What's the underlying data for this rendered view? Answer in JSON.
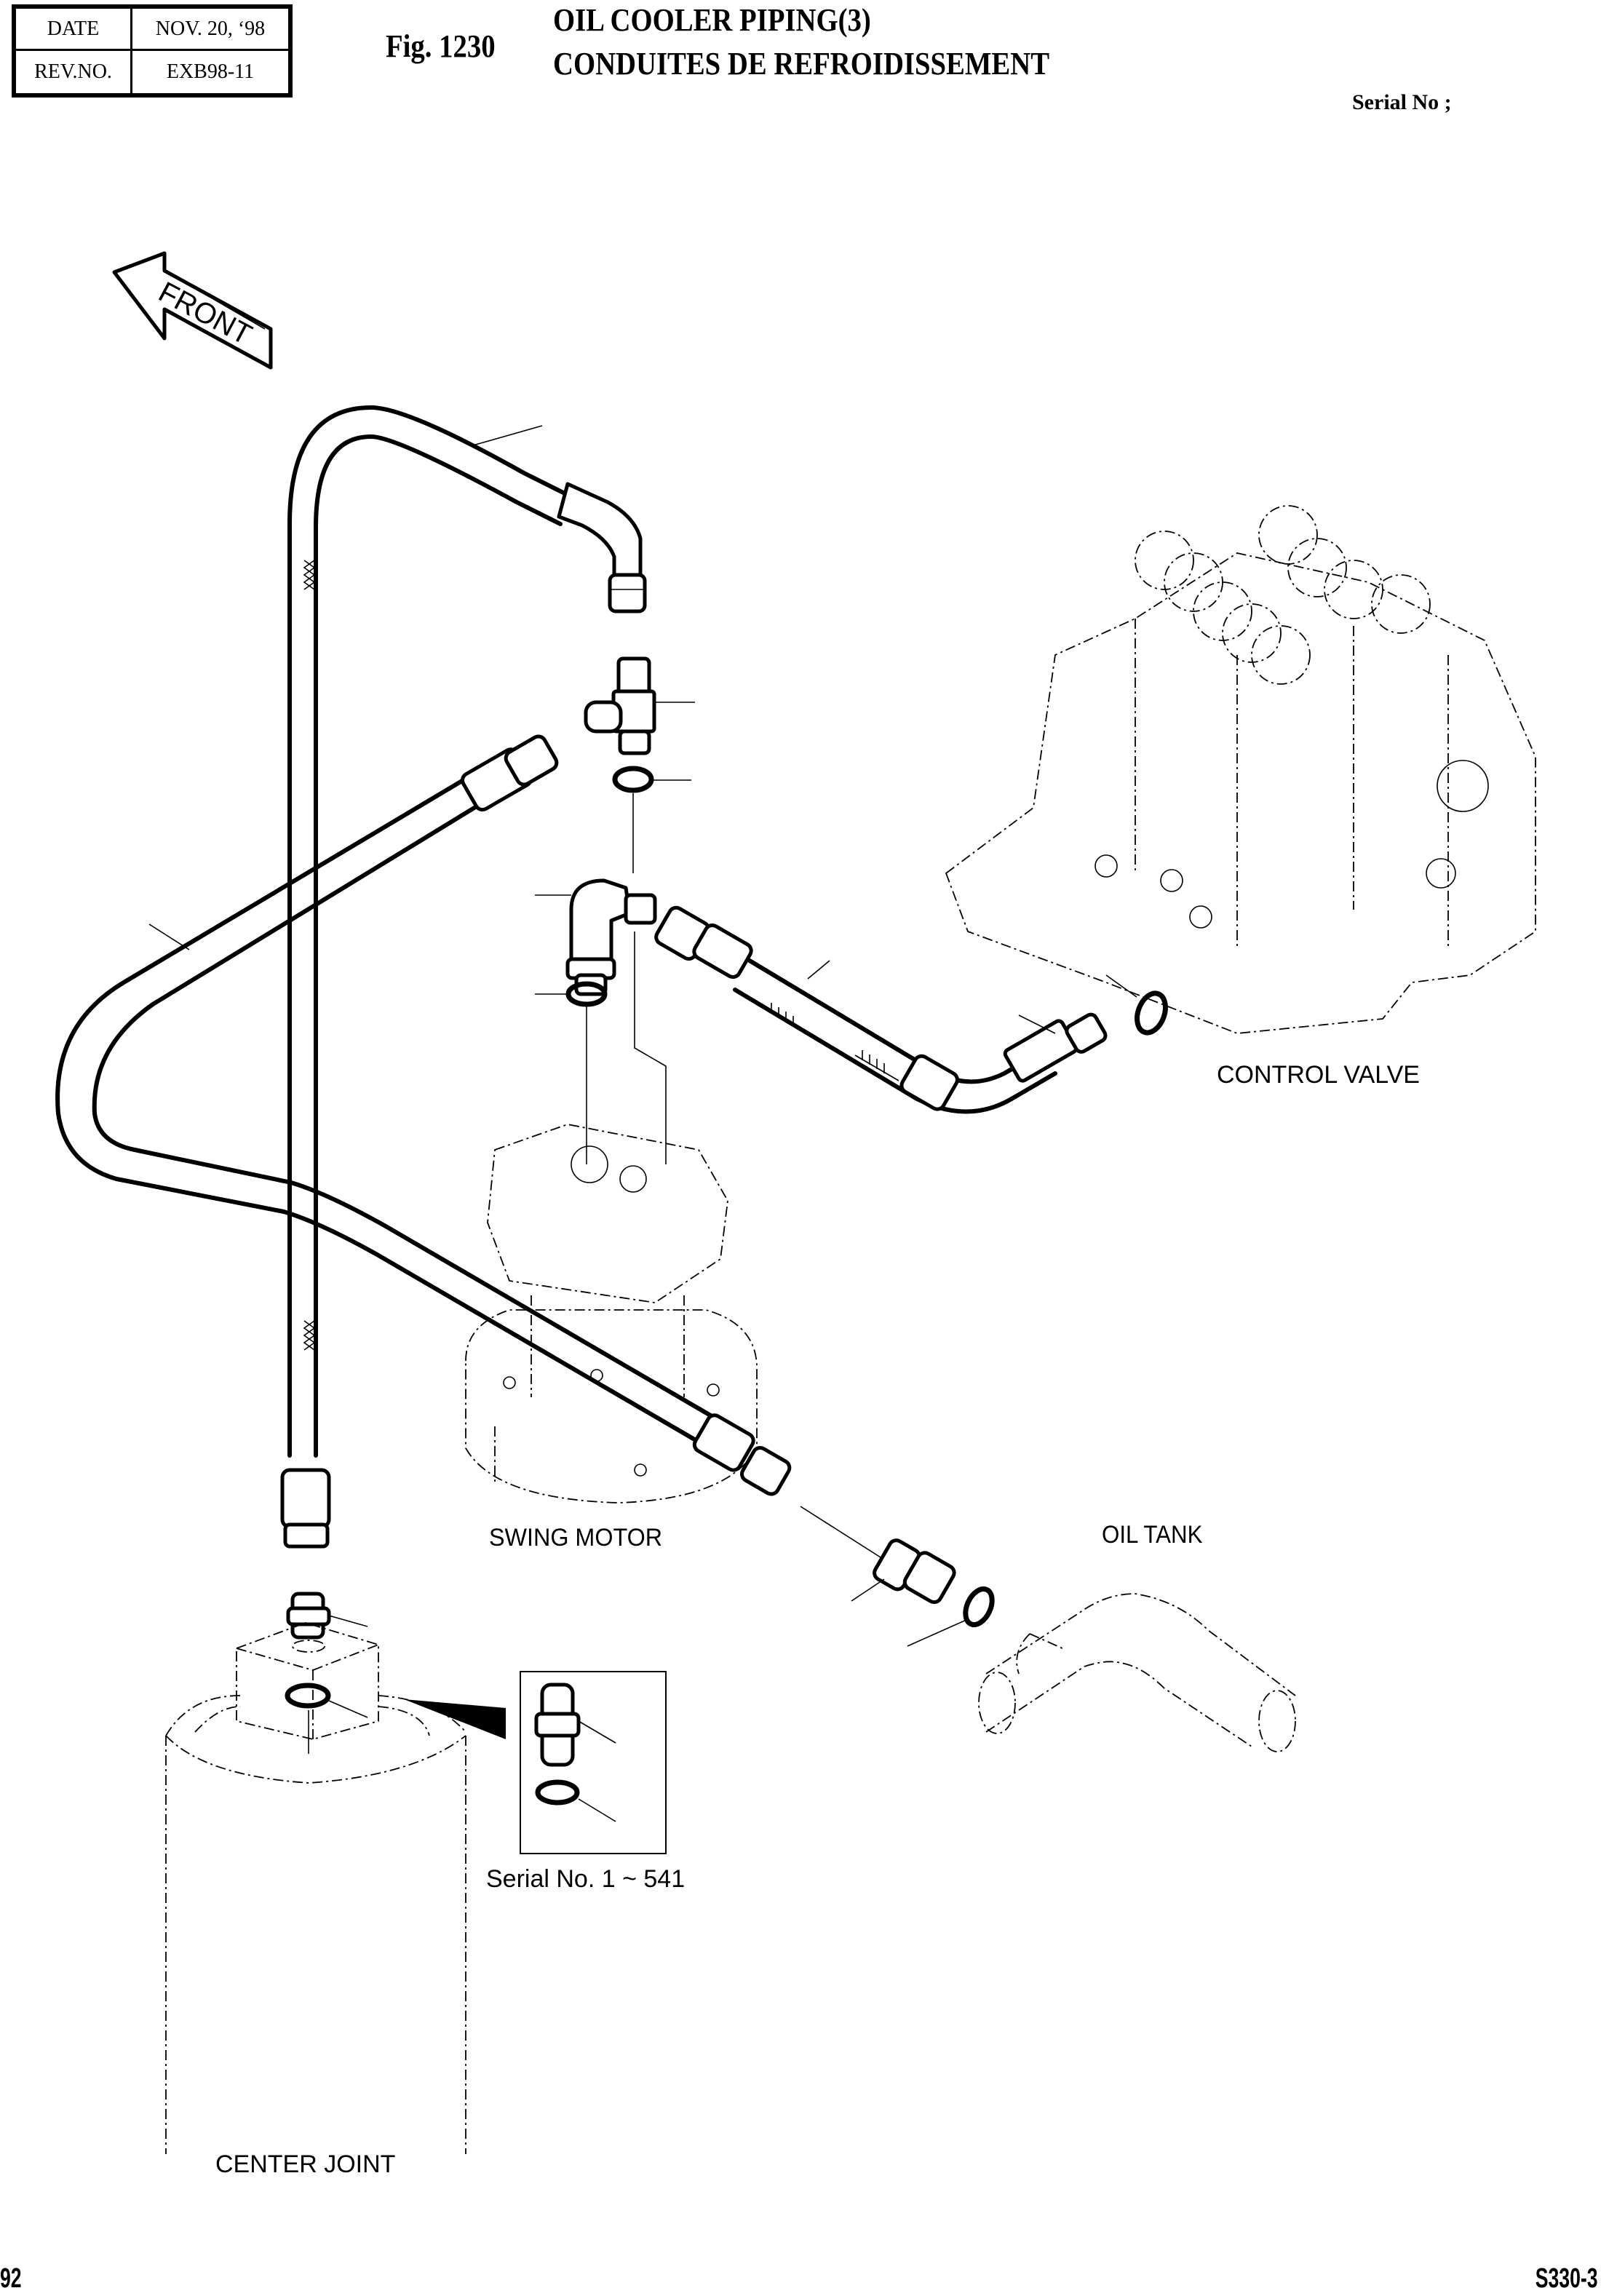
{
  "header": {
    "date_label": "DATE",
    "date_value": "NOV.  20, ‘98",
    "rev_label": "REV.NO.",
    "rev_value": "EXB98-11",
    "figure_number": "Fig. 1230",
    "title_en": "OIL COOLER PIPING(3)",
    "title_fr": "CONDUITES DE REFROIDISSEMENT",
    "serial_label": "Serial No ;"
  },
  "diagram": {
    "direction_label": "FRONT",
    "components": {
      "control_valve": "CONTROL VALVE",
      "swing_motor": "SWING MOTOR",
      "oil_tank": "OIL TANK",
      "center_joint": "CENTER JOINT"
    },
    "inset_caption": "Serial No. 1 ~ 541"
  },
  "footer": {
    "page_number": "92",
    "model": "S330-3"
  }
}
